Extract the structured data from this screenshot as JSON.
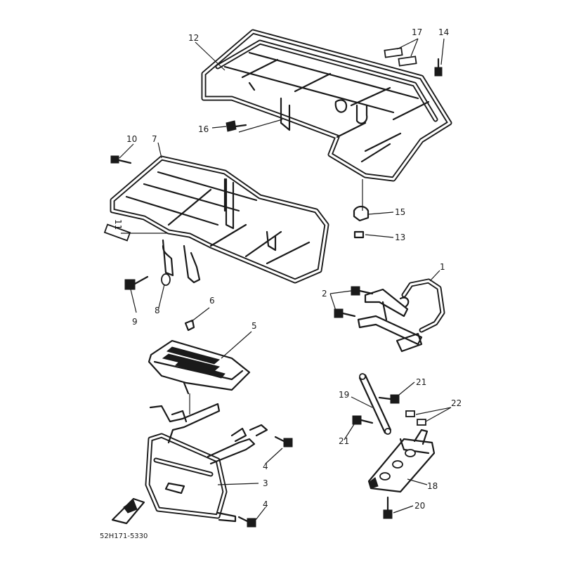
{
  "diagram": {
    "part_code": "52H171-5330",
    "callouts": {
      "c1": "1",
      "c2": "2",
      "c3": "3",
      "c4a": "4",
      "c4b": "4",
      "c5": "5",
      "c6": "6",
      "c7": "7",
      "c8": "8",
      "c9": "9",
      "c10": "10",
      "c11": "11",
      "c12": "12",
      "c13": "13",
      "c14": "14",
      "c15": "15",
      "c16": "16",
      "c17": "17",
      "c18": "18",
      "c19": "19",
      "c20": "20",
      "c21a": "21",
      "c21b": "21",
      "c22": "22"
    }
  }
}
